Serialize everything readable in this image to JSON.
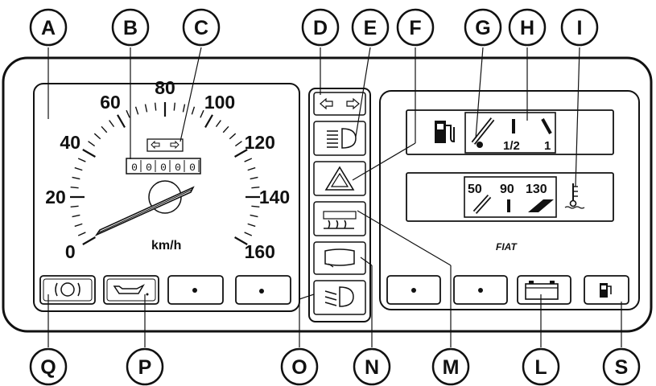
{
  "callouts": {
    "A": "A",
    "B": "B",
    "C": "C",
    "D": "D",
    "E": "E",
    "F": "F",
    "G": "G",
    "H": "H",
    "I": "I",
    "L": "L",
    "M": "M",
    "N": "N",
    "O": "O",
    "P": "P",
    "Q": "Q",
    "S": "S"
  },
  "speedometer": {
    "scale": [
      "0",
      "20",
      "40",
      "60",
      "80",
      "100",
      "120",
      "140",
      "160"
    ],
    "unit": "km/h",
    "odometer": [
      "0",
      "0",
      "0",
      "0",
      "0"
    ]
  },
  "fuel_gauge": {
    "half_label": "1/2",
    "full_label": "1"
  },
  "econometer": {
    "labels": [
      "50",
      "90",
      "130"
    ]
  },
  "brand": "FIAT",
  "colors": {
    "ink": "#111111",
    "paper": "#ffffff"
  }
}
